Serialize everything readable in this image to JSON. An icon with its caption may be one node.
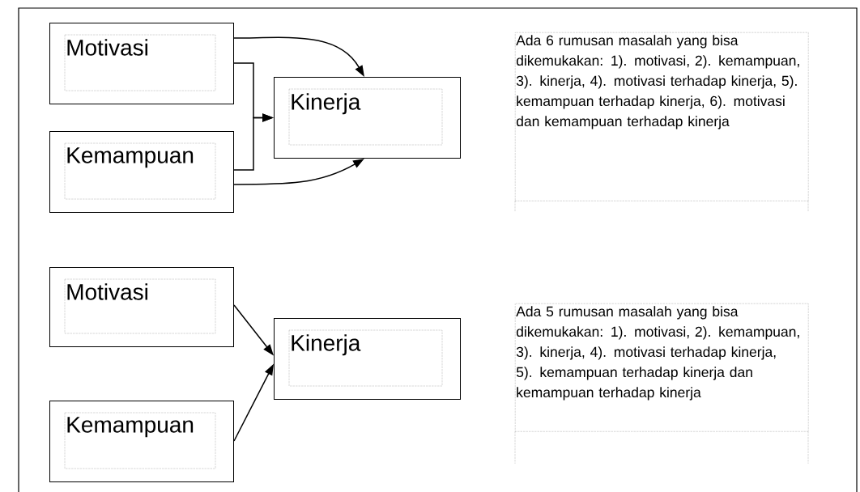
{
  "diagram": {
    "nodes": [
      {
        "text": [
          "Motivasi"
        ]
      },
      {
        "text": [
          "Kemampuan"
        ]
      },
      {
        "text": [
          "Kinerja"
        ]
      },
      {
        "text": [
          "Ada 6 rumusan masalah yang bisa dikemukakan: 1). motivasi, 2). kemampuan, 3). kinerja, 4). motivasi terhadap kinerja, 5). kemampuan terhadap kinerja, 6). motivasi dan kemampuan terhadap kinerja"
        ]
      },
      {
        "text": [
          "Motivasi"
        ]
      },
      {
        "text": [
          "Kemampuan"
        ]
      },
      {
        "text": [
          "Kinerja"
        ]
      },
      {
        "text": [
          "Ada 5 rumusan masalah yang bisa dikemukakan: 1). motivasi, 2). kemampuan, 3). kinerja, 4). motivasi terhadap kinerja, 5). kemampuan terhadap kinerja dan kemampuan terhadap kinerja"
        ]
      }
    ],
    "edges": [
      {
        "from": 0,
        "to": 2,
        "arrow": "to"
      },
      {
        "from": 0,
        "to": 2,
        "arrow": "to"
      },
      {
        "from": 1,
        "to": 2,
        "arrow": "to"
      },
      {
        "from": 1,
        "to": 2,
        "arrow": "to"
      },
      {
        "from": 4,
        "to": 6,
        "arrow": "to"
      },
      {
        "from": 5,
        "to": 6,
        "arrow": "to"
      }
    ]
  }
}
